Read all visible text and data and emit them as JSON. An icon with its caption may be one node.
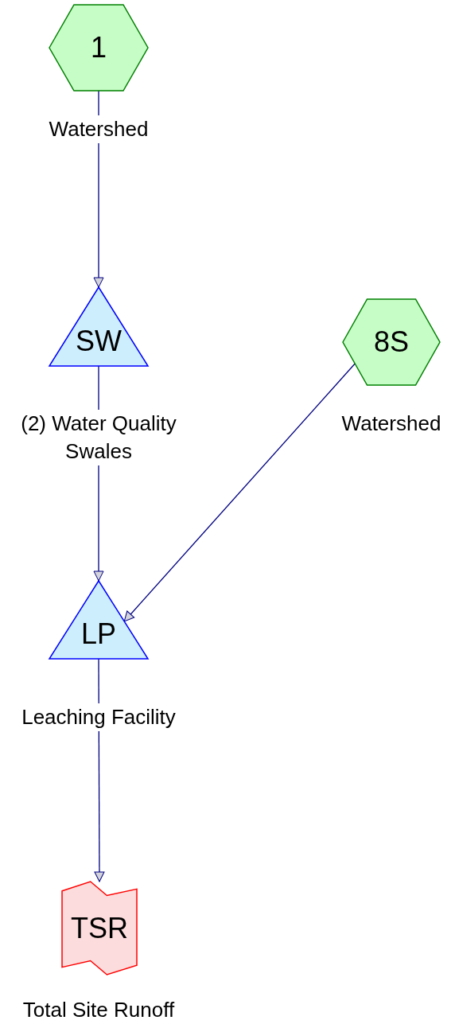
{
  "diagram": {
    "nodes": [
      {
        "text": [
          "1"
        ],
        "beside": [
          "Watershed"
        ]
      },
      {
        "text": [
          "SW"
        ],
        "beside": [
          "(2) Water Quality Swales"
        ]
      },
      {
        "text": [
          "8S"
        ],
        "beside": [
          "Watershed"
        ]
      },
      {
        "text": [
          "LP"
        ],
        "beside": [
          "Leaching Facility"
        ]
      },
      {
        "text": [
          "TSR"
        ],
        "beside": [
          "Total Site Runoff"
        ]
      }
    ],
    "edges": [
      {
        "from": 0,
        "to": 1,
        "arrow": "to"
      },
      {
        "from": 1,
        "to": 3,
        "arrow": "to"
      },
      {
        "from": 2,
        "to": 3,
        "arrow": "to"
      },
      {
        "from": 3,
        "to": 4,
        "arrow": "to"
      }
    ]
  }
}
